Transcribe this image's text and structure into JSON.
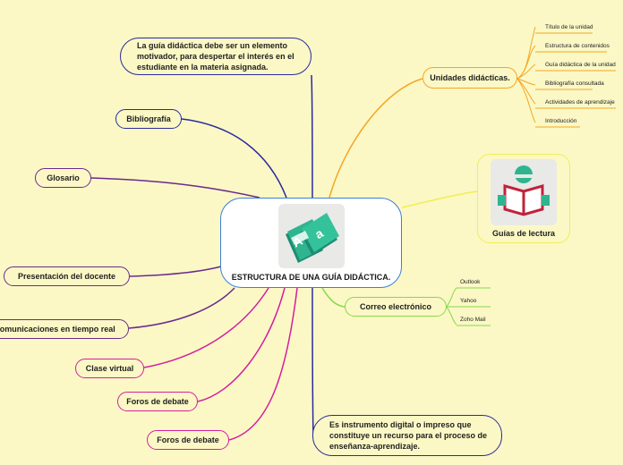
{
  "center": {
    "title": "ESTRUCTURA DE UNA GUÍA DIDÁCTICA.",
    "icon": "book-letters-icon"
  },
  "right": {
    "unidades": {
      "label": "Unidades didácticas.",
      "children": [
        "Título de la unidad",
        "Estructura de contenidos",
        "Guía didáctica de la unidad",
        "Bibliografía consultada",
        "Actividades de aprendizaje",
        "Introducción"
      ]
    },
    "guias": {
      "label": "Guías de lectura",
      "icon": "reading-person-icon"
    },
    "correo": {
      "label": "Correo electrónico",
      "children": [
        "Outlook",
        "Yahoo",
        "Zoho Mail"
      ]
    }
  },
  "left": {
    "motivador": "La guía didáctica debe ser un elemento motivador, para despertar el interés en el estudiante en la materia asignada.",
    "bibliografia": "Bibliografía",
    "glosario": "Glosario",
    "presentacion": "Presentación del docente",
    "comunicaciones": "– comunicaciones en tiempo real",
    "clase": "Clase virtual",
    "foros1": "Foros de debate",
    "foros2": "Foros de debate"
  },
  "bottom": {
    "instrumento": "Es instrumento digital o impreso que constituye un recurso para el proceso de enseñanza-aprendizaje."
  },
  "colors": {
    "background": "#fbf8c6",
    "orange": "#f5a623",
    "yellow": "#f1ee55",
    "green": "#86d94a",
    "blue": "#3b7fd8",
    "navy": "#2b2a9e",
    "purple": "#6b2a8c",
    "magenta": "#d61e9e",
    "teal": "#2ea58a"
  }
}
